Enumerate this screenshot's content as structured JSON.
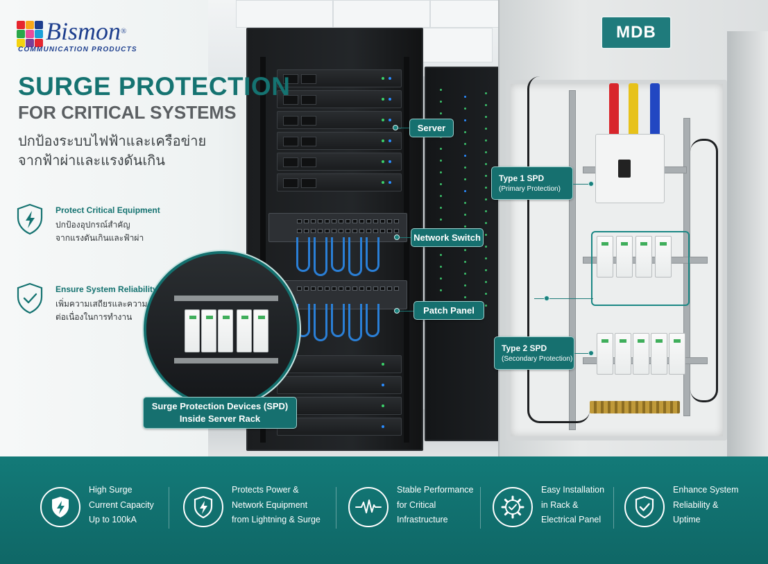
{
  "brand": {
    "name": "Bismon",
    "registered": "®",
    "tagline": "COMMUNICATION PRODUCTS",
    "logo_colors": [
      "#e6262e",
      "#f7a81b",
      "#1e3f8e",
      "#2aa64a",
      "#e84c9a",
      "#1aa0d8",
      "#f5d20f",
      "#7a3f98",
      "#e6262e"
    ]
  },
  "hero": {
    "title": "SURGE PROTECTION",
    "subtitle": "FOR CRITICAL SYSTEMS",
    "thai_line1": "ปกป้องระบบไฟฟ้าและเครือข่าย",
    "thai_line2": "จากฟ้าผ่าและแรงดันเกิน"
  },
  "features": [
    {
      "icon": "shield-lightning-icon",
      "title": "Protect Critical Equipment",
      "line1": "ปกป้องอุปกรณ์สำคัญ",
      "line2": "จากแรงดันเกินและฟ้าผ่า"
    },
    {
      "icon": "shield-check-icon",
      "title": "Ensure System Reliability",
      "line1": "เพิ่มความเสถียรและความ",
      "line2": "ต่อเนื่องในการทำงาน"
    }
  ],
  "scene": {
    "cabinet_sign": "MDB",
    "callouts": {
      "server": "Server",
      "network_switch": "Network Switch",
      "patch_panel": "Patch Panel",
      "type1_title": "Type 1 SPD",
      "type1_sub": "(Primary Protection)",
      "type2_title": "Type 2 SPD",
      "type2_sub": "(Secondary Protection)",
      "inset_line1": "Surge Protection Devices (SPD)",
      "inset_line2": "Inside Server Rack"
    }
  },
  "benefits": [
    {
      "icon": "lightning-icon",
      "lines": [
        "High Surge",
        "Current Capacity",
        "Up to 100kA"
      ]
    },
    {
      "icon": "shield-lightning-icon",
      "lines": [
        "Protects Power &",
        "Network Equipment",
        "from Lightning & Surge"
      ]
    },
    {
      "icon": "pulse-icon",
      "lines": [
        "Stable Performance",
        "for Critical",
        "Infrastructure"
      ]
    },
    {
      "icon": "gear-check-icon",
      "lines": [
        "Easy Installation",
        "in Rack &",
        "Electrical Panel"
      ]
    },
    {
      "icon": "shield-check-icon",
      "lines": [
        "Enhance System",
        "Reliability &",
        "Uptime"
      ]
    }
  ],
  "colors": {
    "teal": "#157371",
    "band": "#137a78",
    "brand_blue": "#1e3f8e"
  }
}
